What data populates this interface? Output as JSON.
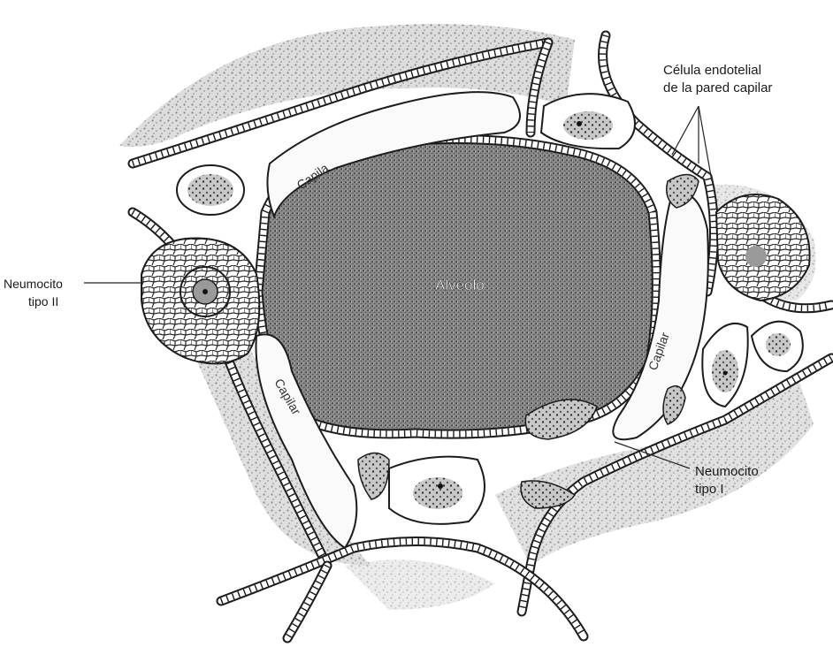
{
  "labels": {
    "endothelial_cell_line1": "Célula endotelial",
    "endothelial_cell_line2": "de la pared capilar",
    "type2_line1": "Neumocito",
    "type2_line2": "tipo II",
    "type1_line1": "Neumocito",
    "type1_line2": "tipo I",
    "alveolus": "Alvéolo",
    "capillary_top": "Capila",
    "capillary_right": "Capilar",
    "capillary_left": "Capilar"
  }
}
